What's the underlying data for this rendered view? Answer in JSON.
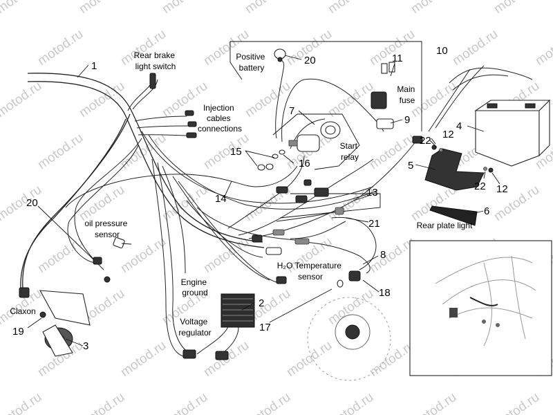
{
  "watermark": "motod.ru",
  "callouts": [
    {
      "id": "c1",
      "num": "1"
    },
    {
      "id": "c2",
      "num": "2"
    },
    {
      "id": "c3",
      "num": "3"
    },
    {
      "id": "c4",
      "num": "4"
    },
    {
      "id": "c5",
      "num": "5"
    },
    {
      "id": "c6",
      "num": "6"
    },
    {
      "id": "c7",
      "num": "7"
    },
    {
      "id": "c8",
      "num": "8"
    },
    {
      "id": "c9",
      "num": "9"
    },
    {
      "id": "c10",
      "num": "10"
    },
    {
      "id": "c11",
      "num": "11"
    },
    {
      "id": "c12a",
      "num": "12"
    },
    {
      "id": "c12b",
      "num": "12"
    },
    {
      "id": "c13",
      "num": "13"
    },
    {
      "id": "c14",
      "num": "14"
    },
    {
      "id": "c15",
      "num": "15"
    },
    {
      "id": "c16",
      "num": "16"
    },
    {
      "id": "c17",
      "num": "17"
    },
    {
      "id": "c18",
      "num": "18"
    },
    {
      "id": "c19",
      "num": "19"
    },
    {
      "id": "c20a",
      "num": "20"
    },
    {
      "id": "c20b",
      "num": "20"
    },
    {
      "id": "c21",
      "num": "21"
    },
    {
      "id": "c22a",
      "num": "22"
    },
    {
      "id": "c22b",
      "num": "22"
    }
  ],
  "labels": {
    "rear_brake": [
      "Rear brake",
      "light switch"
    ],
    "positive_battery": [
      "Positive",
      "battery"
    ],
    "main_fuse": [
      "Main",
      "fuse"
    ],
    "injection": [
      "Injection",
      "cables",
      "connections"
    ],
    "start_relay": [
      "Start",
      "relay"
    ],
    "oil_pressure": [
      "oil pressure",
      "sensor"
    ],
    "h2o": [
      "H₂O Temperature",
      "sensor"
    ],
    "engine_ground": [
      "Engine",
      "ground"
    ],
    "voltage_regulator": [
      "Voltage",
      "regulator"
    ],
    "claxon": "Claxon",
    "rear_plate_light": "Rear plate light"
  }
}
